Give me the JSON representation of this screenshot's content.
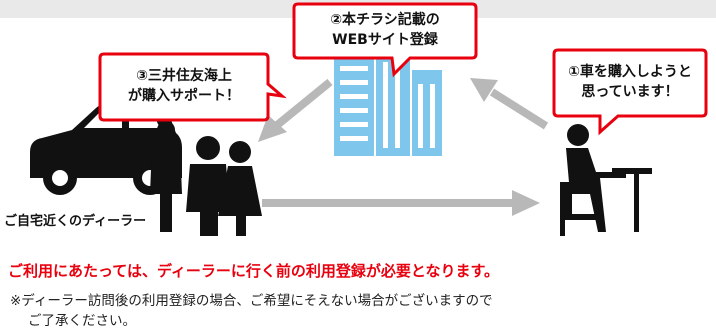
{
  "bubbles": {
    "step1": {
      "line1": "①車を購入しようと",
      "line2": "思っています！"
    },
    "step2": {
      "line1": "②本チラシ記載の",
      "line2": "WEBサイト登録"
    },
    "step3": {
      "line1": "③三井住友海上",
      "line2": "が購入サポート！"
    }
  },
  "dealer_label": "ご自宅近くのディーラー",
  "notice": "ご利用にあたっては、ディーラーに行く前の利用登録が必要となります。",
  "footnote": {
    "line1": "※ディーラー訪問後の利用登録の場合、ご希望にそえない場合がございますので",
    "line2": "ご了承ください。"
  },
  "colors": {
    "bubble_border": "#e8000e",
    "arrow": "#b8b8b8",
    "building": "#7fc6ec",
    "silhouette": "#111111",
    "notice": "#e8000e"
  }
}
